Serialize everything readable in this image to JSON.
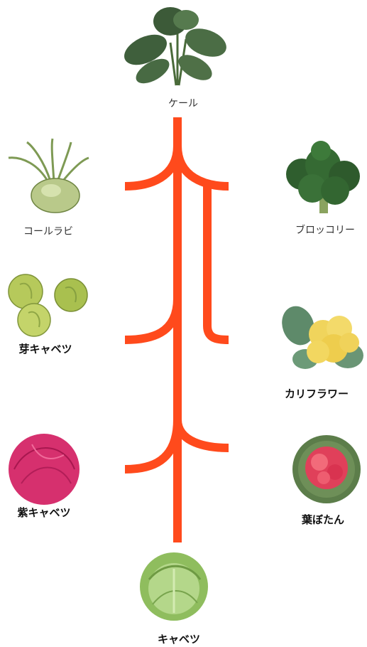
{
  "title": "",
  "colors": {
    "lineage": "#ff4a1c"
  },
  "nodes": {
    "kale": {
      "label": "ケール"
    },
    "kohlrabi": {
      "label": "コールラビ"
    },
    "broccoli": {
      "label": "ブロッコリー"
    },
    "brussels": {
      "label": "芽キャベツ"
    },
    "cauliflower": {
      "label": "カリフラワー"
    },
    "red_cabbage": {
      "label": "紫キャベツ"
    },
    "ornamental_kale": {
      "label": "葉ぼたん"
    },
    "cabbage": {
      "label": "キャベツ"
    }
  }
}
